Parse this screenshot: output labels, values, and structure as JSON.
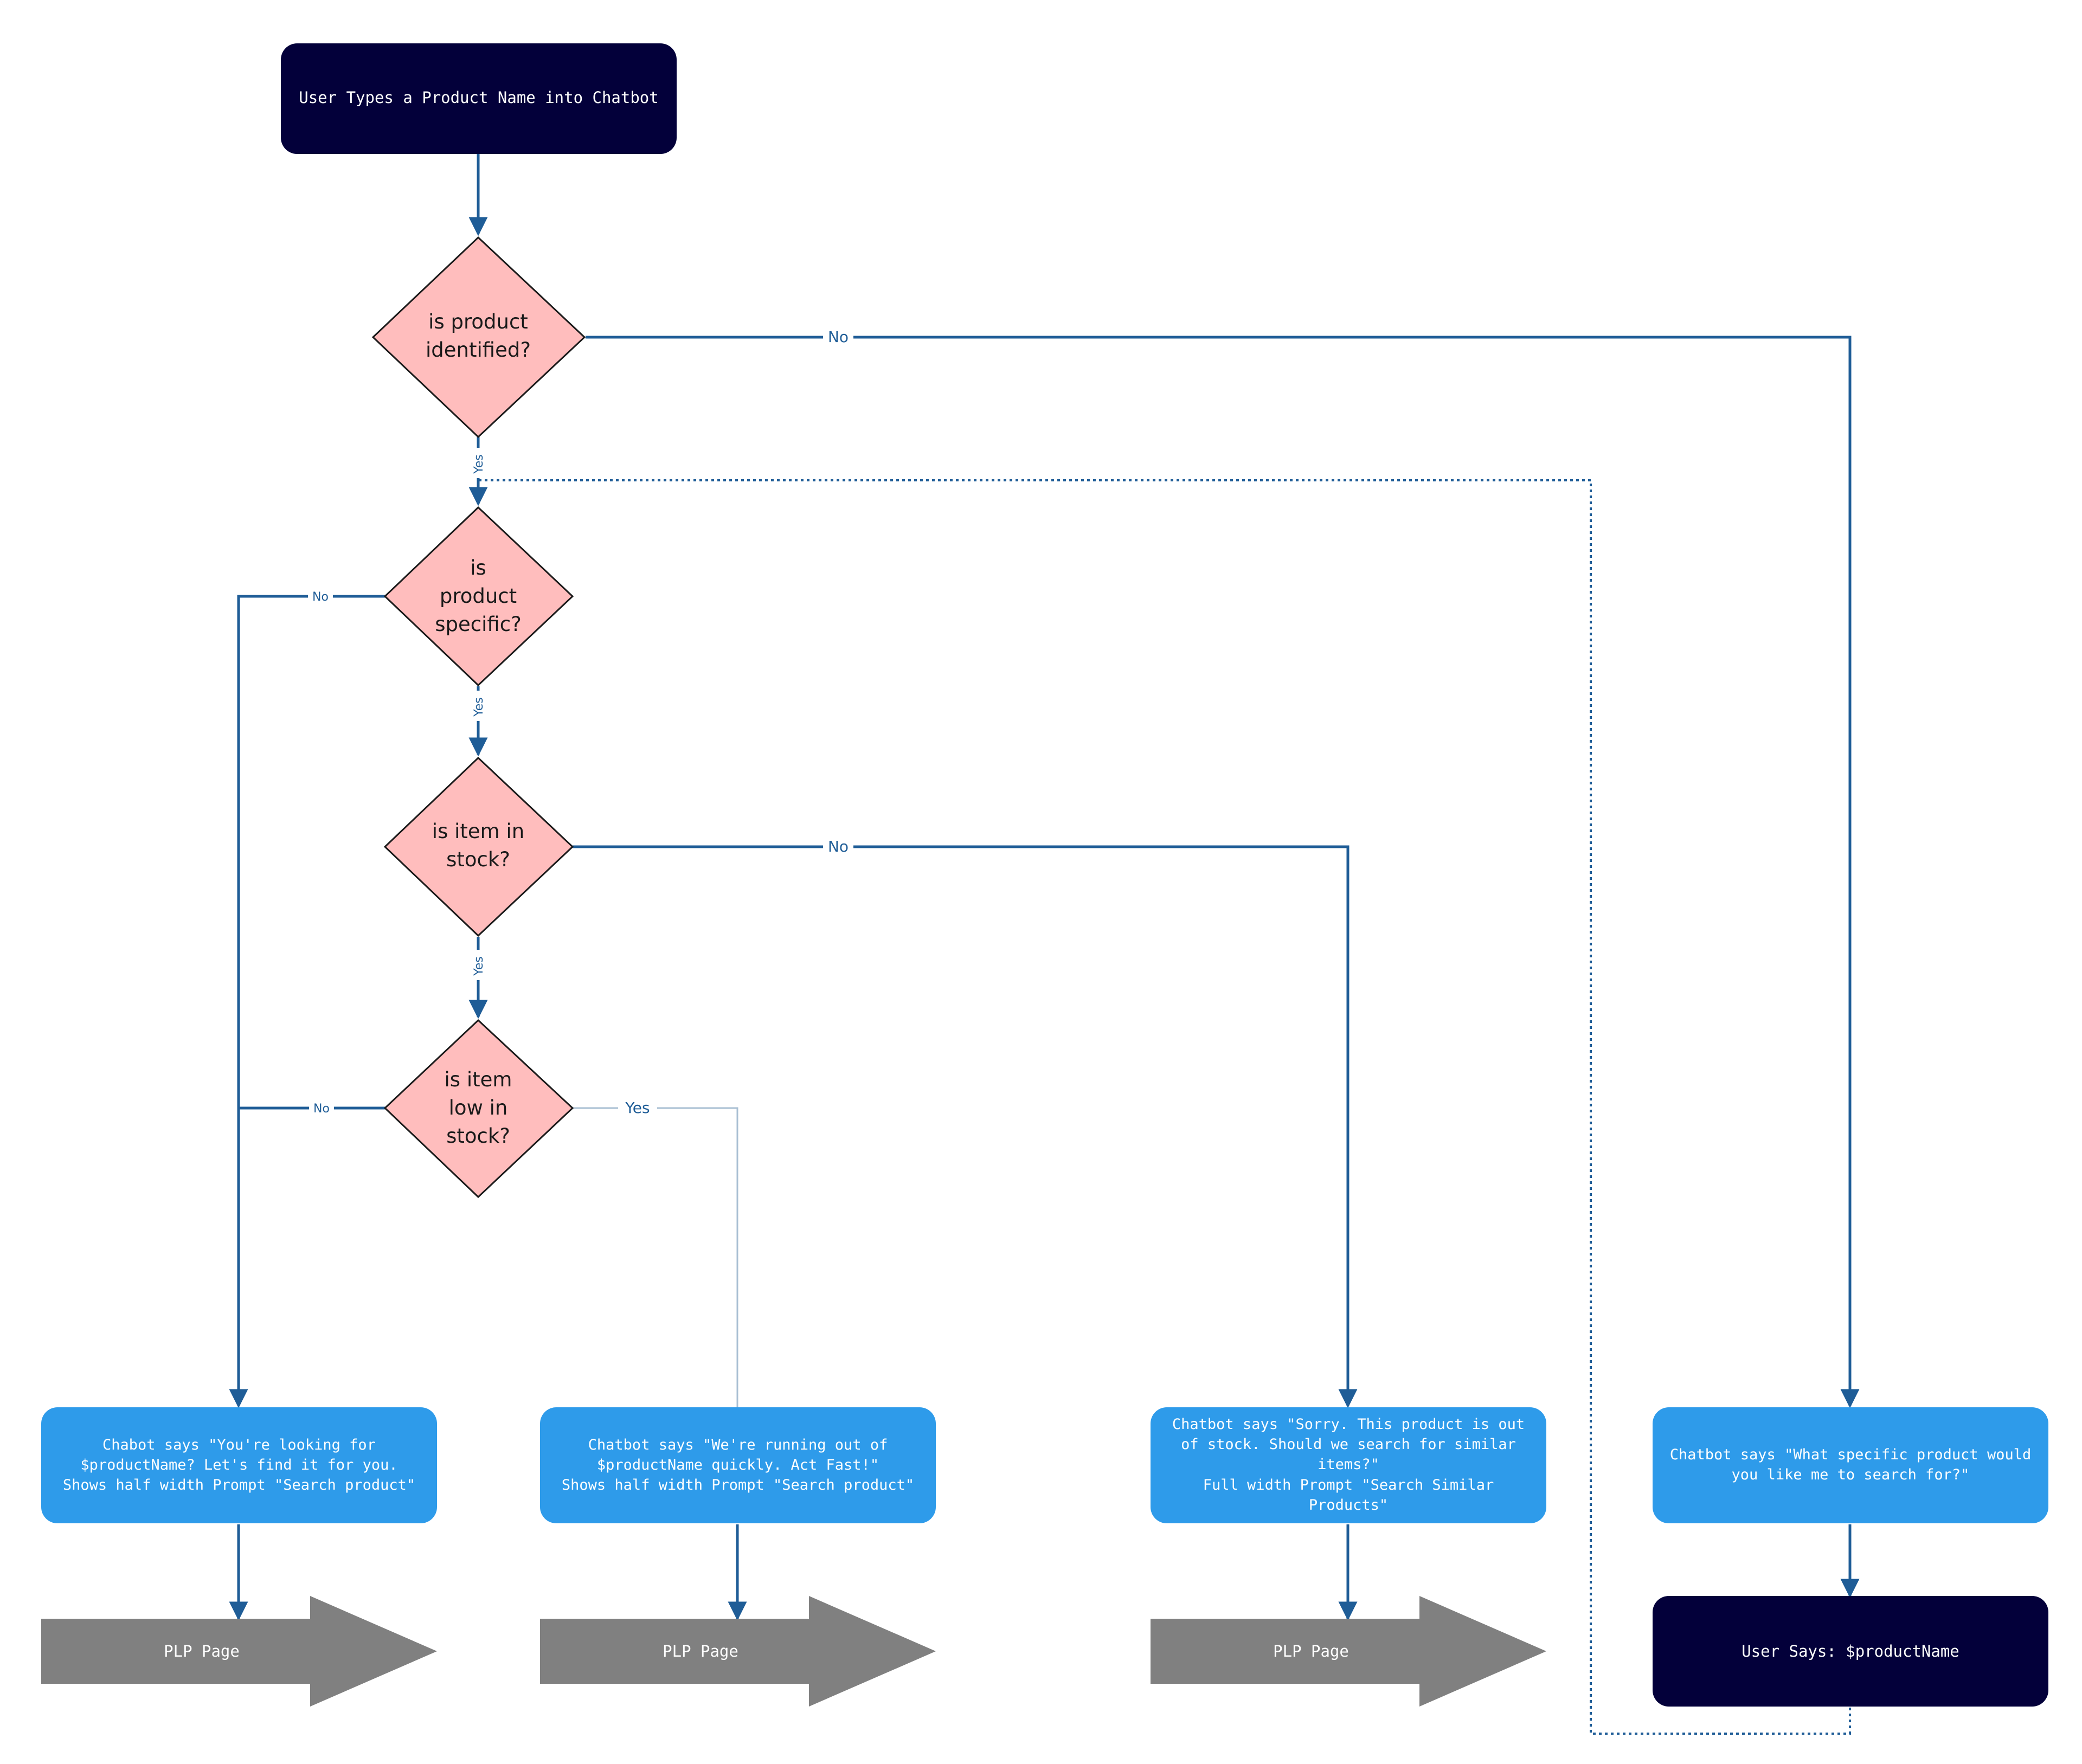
{
  "start": {
    "label": "User Types a Product Name into Chatbot"
  },
  "decisions": {
    "identified": {
      "lines": [
        "is product",
        "identified?"
      ]
    },
    "specific": {
      "lines": [
        "is",
        "product",
        "specific?"
      ]
    },
    "in_stock": {
      "lines": [
        "is item in",
        "stock?"
      ]
    },
    "low_stock": {
      "lines": [
        "is item",
        "low in",
        "stock?"
      ]
    }
  },
  "edge_labels": {
    "identified_no": "No",
    "identified_yes": "Yes",
    "specific_no": "No",
    "specific_yes": "Yes",
    "in_stock_no": "No",
    "in_stock_yes": "Yes",
    "low_stock_no": "No",
    "low_stock_yes": "Yes"
  },
  "messages": {
    "looking_for": {
      "lines": [
        "Chabot says \"You're looking for",
        "$productName? Let's find it for you.",
        "Shows half width Prompt \"Search product\""
      ]
    },
    "running_out": {
      "lines": [
        "Chatbot says \"We're running out of",
        "$productName quickly. Act Fast!\"",
        "Shows half width Prompt \"Search product\""
      ]
    },
    "out_of_stock": {
      "lines": [
        "Chatbot says \"Sorry. This product is out",
        "of stock. Should we search for similar",
        "items?\"",
        "Full width Prompt \"Search Similar",
        "Products\""
      ]
    },
    "what_specific": {
      "lines": [
        "Chatbot says \"What specific product would",
        "you like me to search for?\""
      ]
    }
  },
  "plp": {
    "first": "PLP Page",
    "second": "PLP Page",
    "third": "PLP Page"
  },
  "user_says": {
    "label": "User Says: $productName"
  },
  "colors": {
    "dark_node": "#03003a",
    "message_node": "#2e9bea",
    "decision_fill": "#ffbdbd",
    "plp_arrow": "#808080",
    "edge": "#1f5d97",
    "edge_light": "#a9bfd3"
  }
}
